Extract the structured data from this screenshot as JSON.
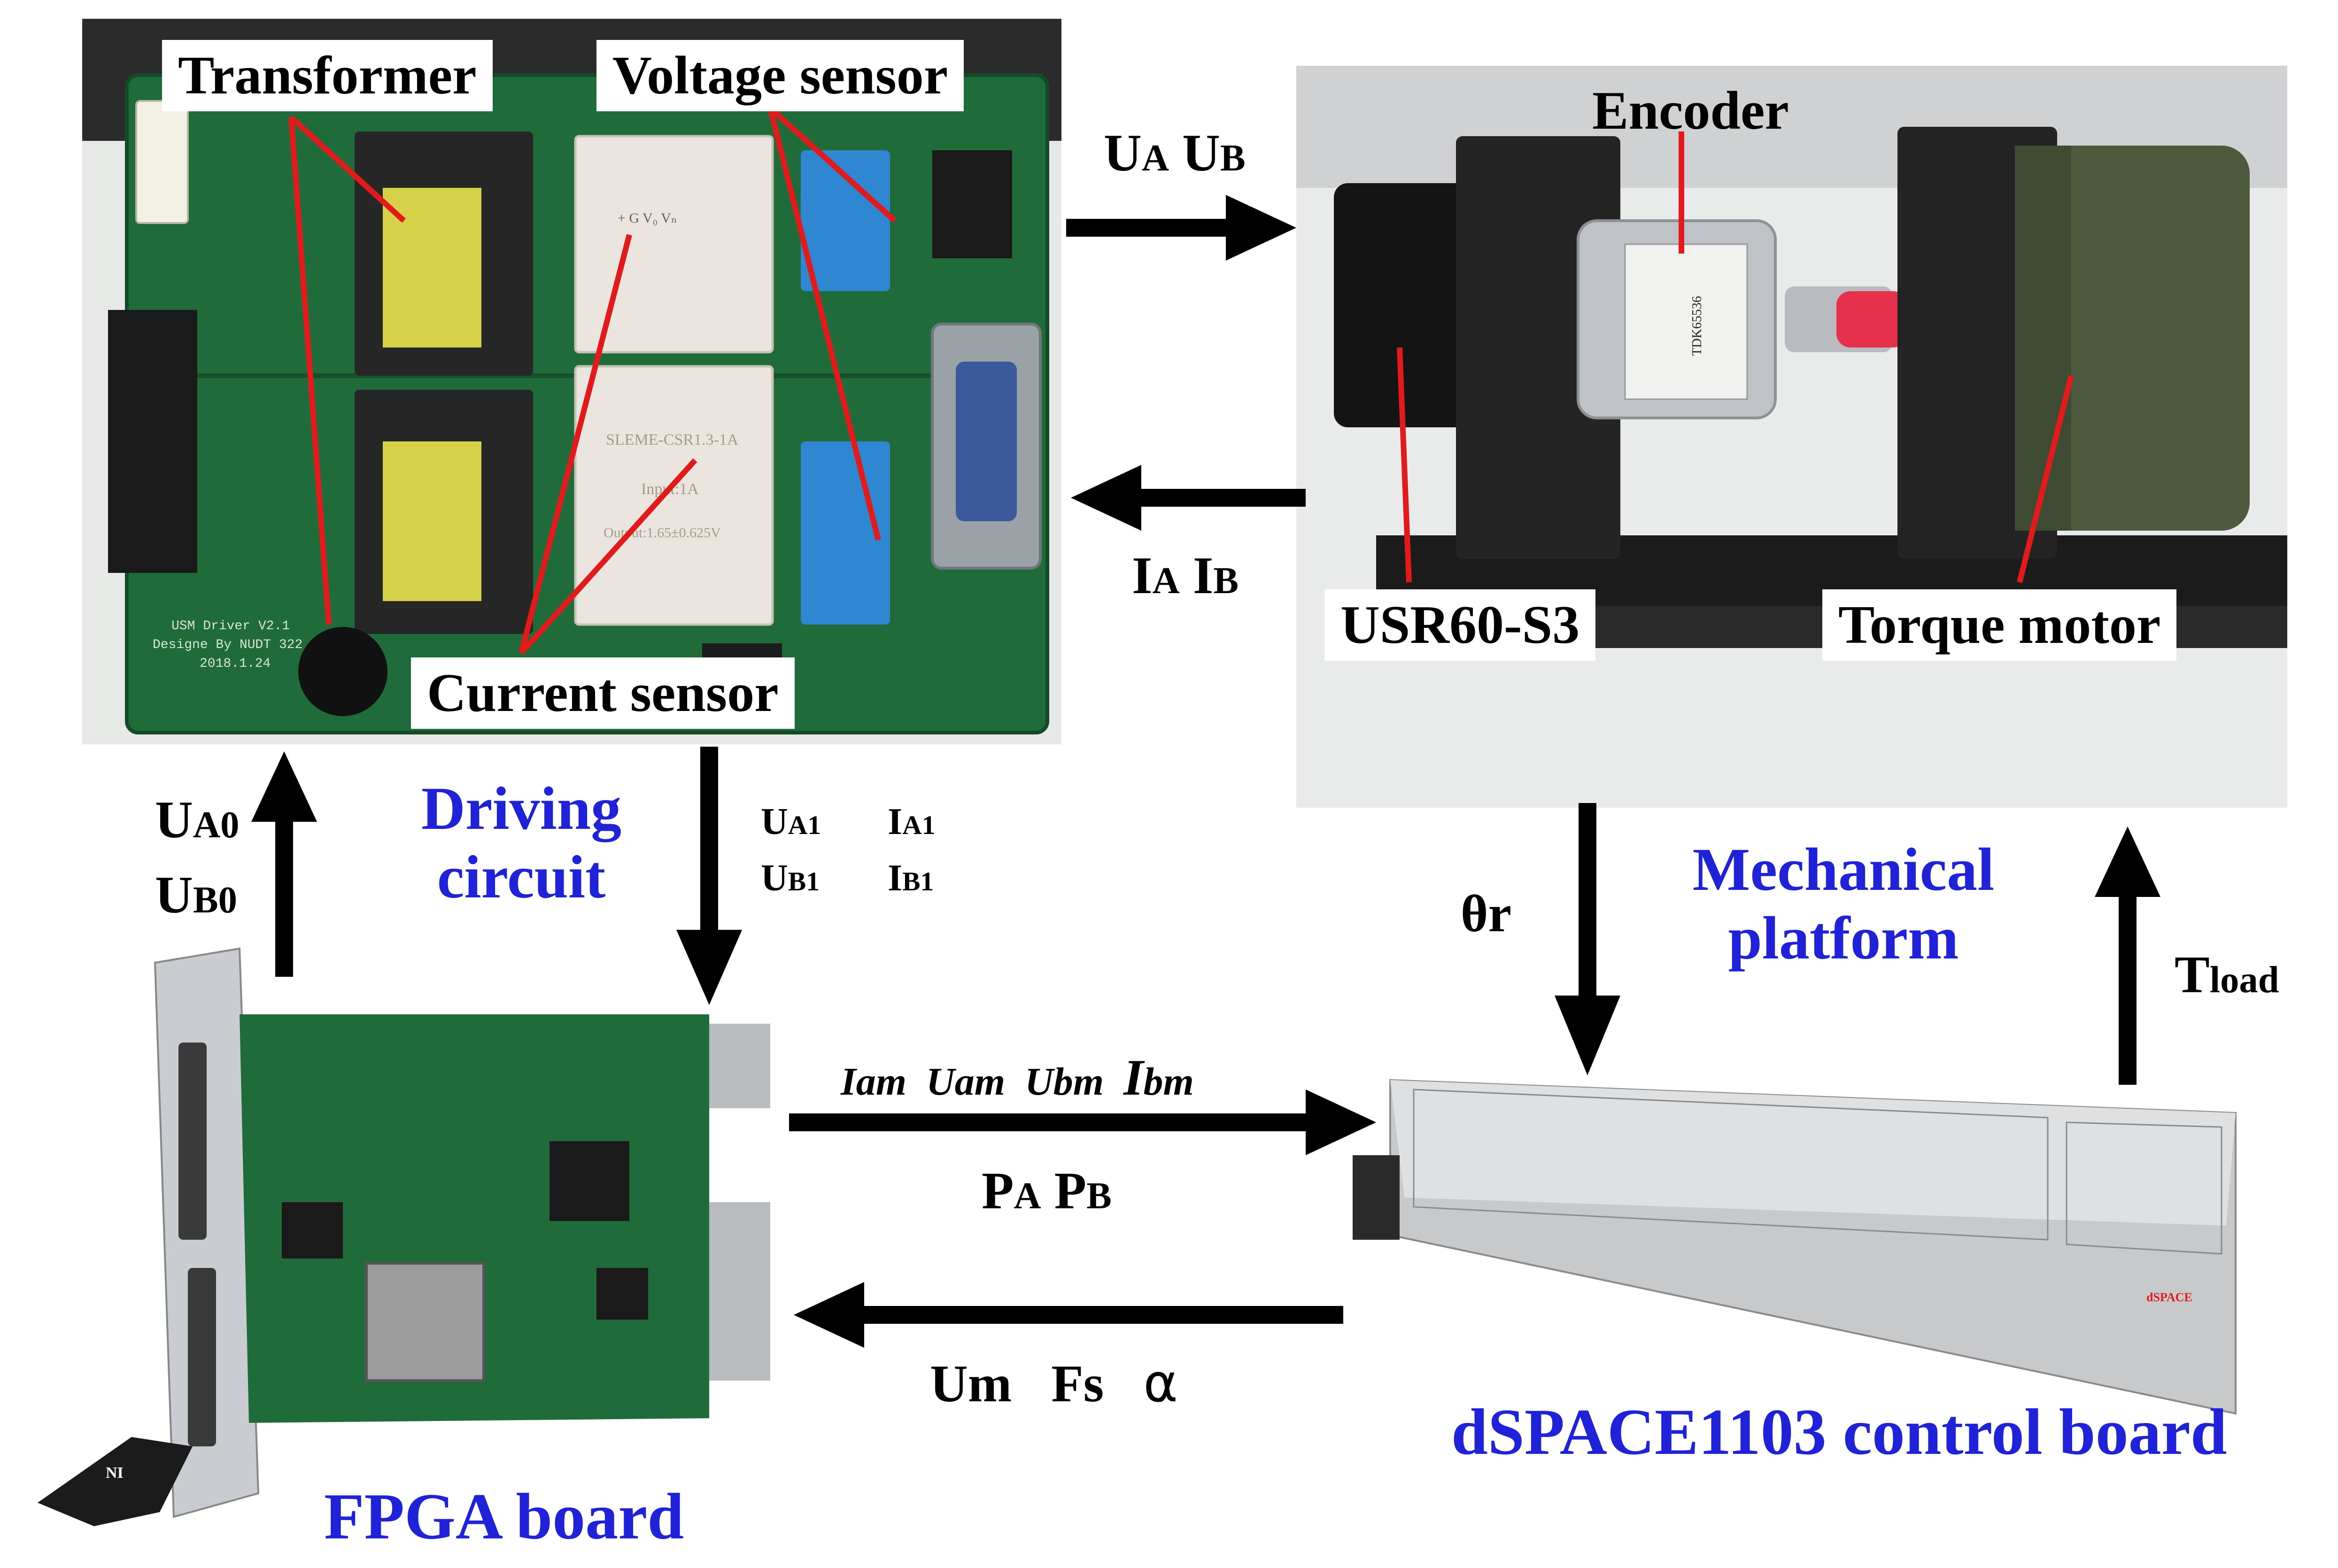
{
  "colors": {
    "pcb_green": "#1f6b3a",
    "callout_red": "#e11b1b",
    "title_blue": "#1f22d6",
    "arrow_black": "#000000",
    "motor_olive": "#4d5a3d",
    "dspace_gray": "#d9dadb"
  },
  "labels": {
    "transformer": "Transformer",
    "voltage_sensor": "Voltage sensor",
    "current_sensor": "Current sensor",
    "encoder": "Encoder",
    "usr": "USR60-S3",
    "torque_motor": "Torque motor"
  },
  "titles": {
    "driving_line1": "Driving",
    "driving_line2": "circuit",
    "mechanical_line1": "Mechanical",
    "mechanical_line2": "platform",
    "dspace": "dSPACE1103 control board",
    "fpga": "FPGA  board"
  },
  "signals": {
    "ua_ub": {
      "a_main": "U",
      "a_sub": "A",
      "b_main": "U",
      "b_sub": "B"
    },
    "ia_ib": {
      "a_main": "I",
      "a_sub": "A",
      "b_main": "I",
      "b_sub": "B"
    },
    "ua0": {
      "main": "U",
      "sub": "A0"
    },
    "ub0": {
      "main": "U",
      "sub": "B0"
    },
    "ua1": {
      "main": "U",
      "sub": "A1"
    },
    "ia1": {
      "main": "I",
      "sub": "A1"
    },
    "ub1": {
      "main": "U",
      "sub": "B1"
    },
    "ib1": {
      "main": "I",
      "sub": "B1"
    },
    "theta": "θr",
    "tload": {
      "main": "T",
      "sub": "load"
    },
    "measured": {
      "iam": "Iam",
      "uam": "Uam",
      "ubm": "Ubm",
      "ibm_main": "I",
      "ibm_sub": "bm"
    },
    "pa_pb": {
      "a_main": "P",
      "a_sub": "A",
      "b_main": "P",
      "b_sub": "B"
    },
    "um_fs": {
      "um": "Um",
      "fs": "Fs",
      "alpha": "α"
    }
  },
  "board_text": {
    "pcb_name": "USM Driver V2.1",
    "pcb_design": "Designe By NUDT 322",
    "pcb_date": "2018.1.24",
    "cs_model": "SLEME-CSR1.3-1A",
    "cs_input": "Input:1A",
    "cs_output": "Output:1.65±0.625V",
    "vs_pins": "+  G  V₀  Vₙ",
    "encoder_model": "TDK65536",
    "dspace_logo": "dSPACE",
    "ni_logo": "NI"
  }
}
